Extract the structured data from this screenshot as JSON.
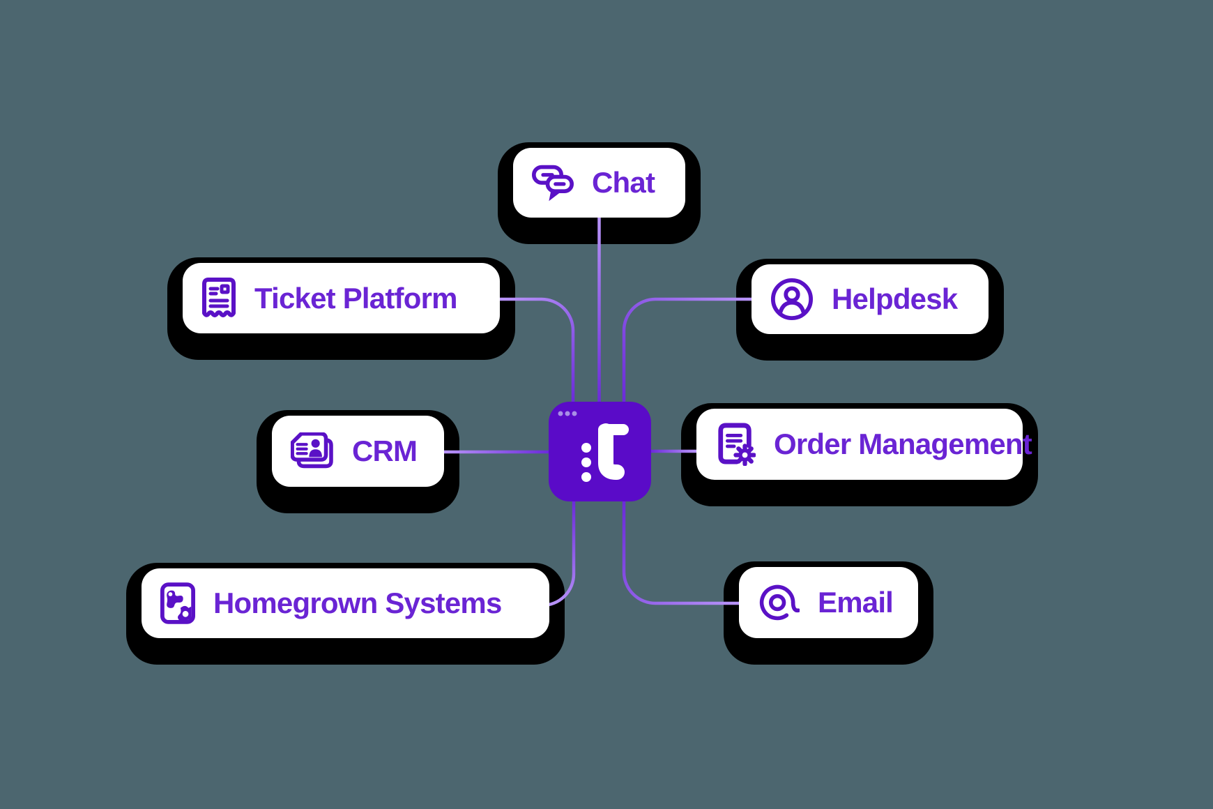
{
  "diagram_title": "Integrations hub diagram",
  "hub": {
    "logo_text": "t",
    "window_dots_count": 3
  },
  "nodes": [
    {
      "id": "chat",
      "label": "Chat",
      "icon": "chat-bubbles-icon"
    },
    {
      "id": "ticket-platform",
      "label": "Ticket Platform",
      "icon": "ticket-receipt-icon"
    },
    {
      "id": "helpdesk",
      "label": "Helpdesk",
      "icon": "user-circle-icon"
    },
    {
      "id": "crm",
      "label": "CRM",
      "icon": "contact-card-icon"
    },
    {
      "id": "order-management",
      "label": "Order Management",
      "icon": "document-gear-icon"
    },
    {
      "id": "homegrown-systems",
      "label": "Homegrown Systems",
      "icon": "custom-system-icon"
    },
    {
      "id": "email",
      "label": "Email",
      "icon": "at-sign-icon"
    }
  ],
  "colors": {
    "background": "#4C666F",
    "card": "#FFFFFF",
    "shadow": "#000000",
    "hub": "#5A0BC8",
    "hub_dots": "#A98FE6",
    "logo": "#FFFFFF",
    "icon": "#5A11C6",
    "text": "#6A24D4",
    "line_light": "#B894F8",
    "line_dark": "#6B2BD9"
  }
}
